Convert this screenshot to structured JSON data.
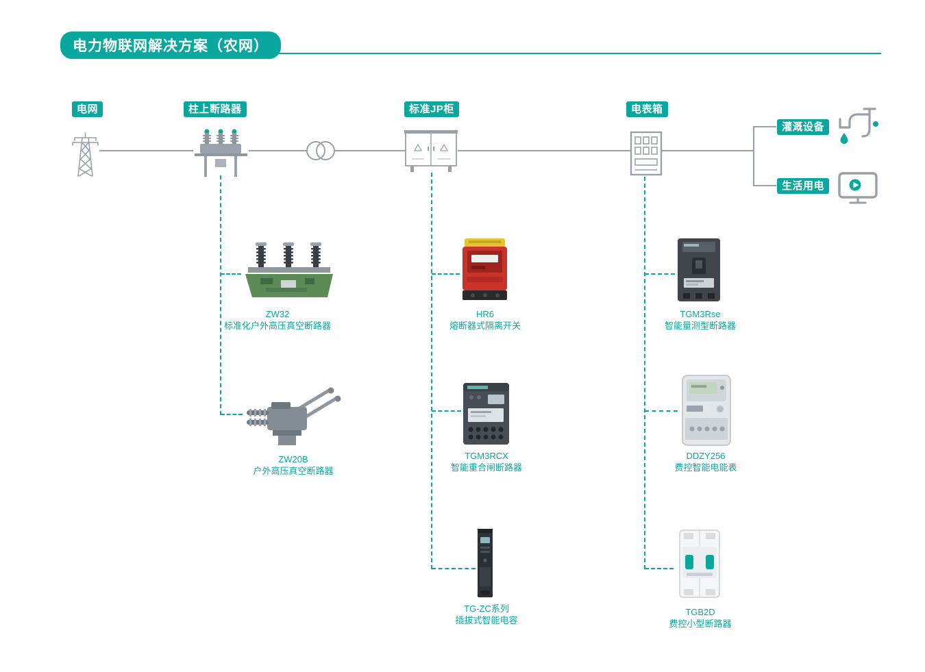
{
  "colors": {
    "accent": "#0aa79e",
    "line_gray": "#98a1a8"
  },
  "header": {
    "title": "电力物联网解决方案（农网）"
  },
  "flow": {
    "grid": {
      "label": "电网"
    },
    "pole_breaker": {
      "label": "柱上断路器"
    },
    "jp_cabinet": {
      "label": "标准JP柜"
    },
    "meter_box": {
      "label": "电表箱"
    },
    "irrigation": {
      "label": "灌溉设备"
    },
    "domestic": {
      "label": "生活用电"
    }
  },
  "icons": {
    "grid": "transmission-tower-icon",
    "pole_breaker": "pole-mounted-breaker-icon",
    "transformer": "transformer-icon",
    "jp_cabinet": "jp-cabinet-icon",
    "meter_box": "meter-box-icon",
    "irrigation": "irrigation-faucet-icon",
    "domestic": "computer-monitor-icon"
  },
  "products": {
    "zw32": {
      "model": "ZW32",
      "desc": "标准化户外高压真空断路器"
    },
    "zw20b": {
      "model": "ZW20B",
      "desc": "户外高压真空断路器"
    },
    "hr6": {
      "model": "HR6",
      "desc": "熔断器式隔离开关"
    },
    "tgm3rcx": {
      "model": "TGM3RCX",
      "desc": "智能重合闸断路器"
    },
    "tg_zc": {
      "model": "TG-ZC系列",
      "desc": "插拔式智能电容"
    },
    "tgm3rse": {
      "model": "TGM3Rse",
      "desc": "智能量测型断路器"
    },
    "ddzy256": {
      "model": "DDZY256",
      "desc": "费控智能电能表"
    },
    "tgb2d": {
      "model": "TGB2D",
      "desc": "费控小型断路器"
    }
  }
}
